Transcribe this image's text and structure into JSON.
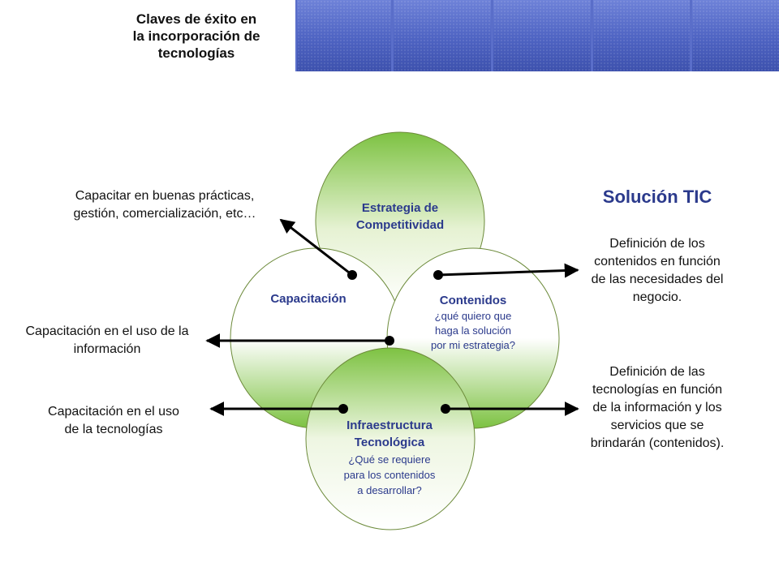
{
  "header": {
    "title": "Claves de éxito en\nla incorporación de\ntecnologías"
  },
  "circles": {
    "estrategia": {
      "title": "Estrategia de\nCompetitividad"
    },
    "capacitacion": {
      "title": "Capacitación"
    },
    "contenidos": {
      "title": "Contenidos",
      "subtitle": "¿qué quiero que\nhaga la solución\npor mi estrategia?"
    },
    "infraestructura": {
      "title": "Infraestructura\nTecnológica",
      "subtitle": "¿Qué se requiere\npara los contenidos\na desarrollar?"
    }
  },
  "annotations": {
    "buenas_practicas": "Capacitar en buenas prácticas,\ngestión, comercialización, etc…",
    "uso_informacion": "Capacitación en el uso de la\ninformación",
    "uso_tecnologias": "Capacitación en el uso\nde la tecnologías",
    "solucion_tic": "Solución TIC",
    "def_contenidos": "Definición de los\ncontenidos en función\nde las necesidades del\nnegocio.",
    "def_tecnologias": "Definición de las\ntecnologías en función\nde la información y los\nservicios que se\nbrindarán (contenidos)."
  },
  "colors": {
    "header_blue": "#5a6ec9",
    "circle_green": "#7dc242",
    "label_blue": "#2b3a8c"
  }
}
